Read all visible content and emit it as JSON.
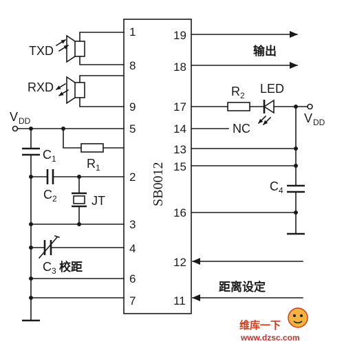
{
  "chip": {
    "name": "SB0012"
  },
  "pins": {
    "p1": "1",
    "p8": "8",
    "p9": "9",
    "p5": "5",
    "p2": "2",
    "p3": "3",
    "p4": "4",
    "p6": "6",
    "p7": "7",
    "p19": "19",
    "p18": "18",
    "p17": "17",
    "p14": "14",
    "p13": "13",
    "p15": "15",
    "p16": "16",
    "p12": "12",
    "p11": "11"
  },
  "labels": {
    "txd": "TXD",
    "rxd": "RXD",
    "vdd_left": "V",
    "vdd_left_sub": "DD",
    "vdd_right": "V",
    "vdd_right_sub": "DD",
    "c1": "C",
    "c1_sub": "1",
    "c2": "C",
    "c2_sub": "2",
    "c3": "C",
    "c3_sub": "3",
    "c3_cn": "校距",
    "c4": "C",
    "c4_sub": "4",
    "r1": "R",
    "r1_sub": "1",
    "r2": "R",
    "r2_sub": "2",
    "jt": "JT",
    "led": "LED",
    "nc": "NC",
    "output": "输出",
    "distance_set": "距离设定"
  },
  "watermark": {
    "text": "维库一下",
    "url": "www.dzsc.com",
    "accent": "#d23b1e"
  }
}
